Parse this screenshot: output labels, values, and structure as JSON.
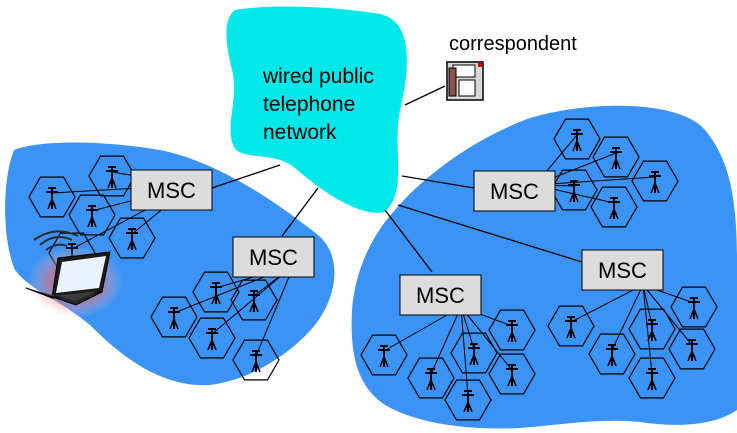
{
  "colors": {
    "region_fill": "#3b93f5",
    "cloud_fill": "#00e8ea",
    "msc_box_fill": "#dcdcdc",
    "cell_stroke": "#000000",
    "link_stroke": "#000000"
  },
  "cloud": {
    "lines": [
      "wired public",
      "telephone",
      "network"
    ]
  },
  "correspondent": {
    "label": "correspondent",
    "icon": "telephone-icon"
  },
  "mobile_device": {
    "icon": "laptop-icon",
    "signal_icon": "wireless-signal-icon"
  },
  "msc_nodes": [
    {
      "id": "msc-1",
      "label": "MSC"
    },
    {
      "id": "msc-2",
      "label": "MSC"
    },
    {
      "id": "msc-3",
      "label": "MSC"
    },
    {
      "id": "msc-4",
      "label": "MSC"
    },
    {
      "id": "msc-5",
      "label": "MSC"
    }
  ],
  "cell_icon": "cell-tower-icon"
}
